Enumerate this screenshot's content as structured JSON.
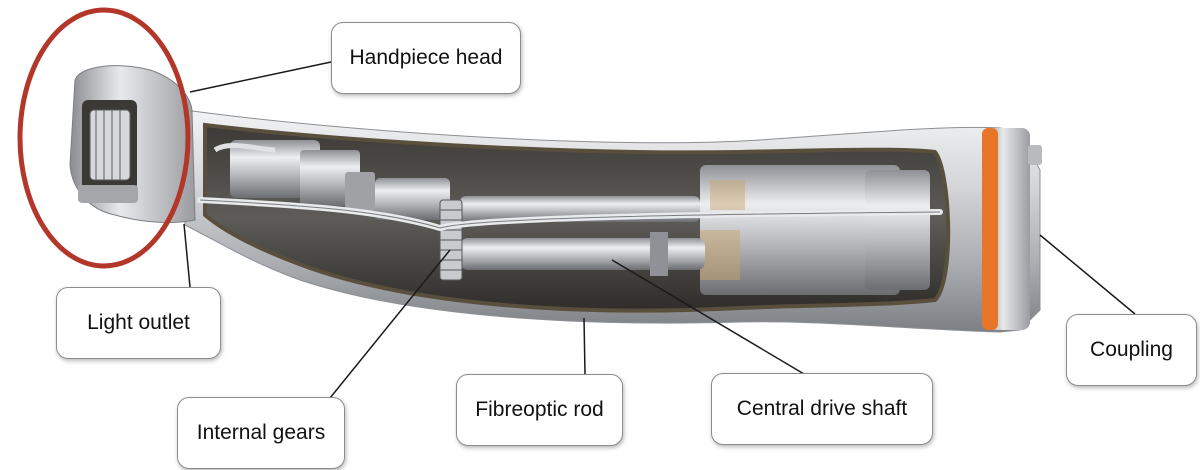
{
  "labels": {
    "handpiece_head": "Handpiece head",
    "light_outlet": "Light outlet",
    "internal_gears": "Internal gears",
    "fibreoptic_rod": "Fibreoptic rod",
    "central_drive_shaft": "Central drive shaft",
    "coupling": "Coupling"
  },
  "colors": {
    "highlight_ring": "#b3362a",
    "coupling_band": "#e8762a",
    "leader_line": "#1a1a1a",
    "metal_light": "#e6e7e9",
    "metal_mid": "#b9bbbf",
    "metal_dark": "#6e7075",
    "casing_edge": "#5a4f3c"
  }
}
